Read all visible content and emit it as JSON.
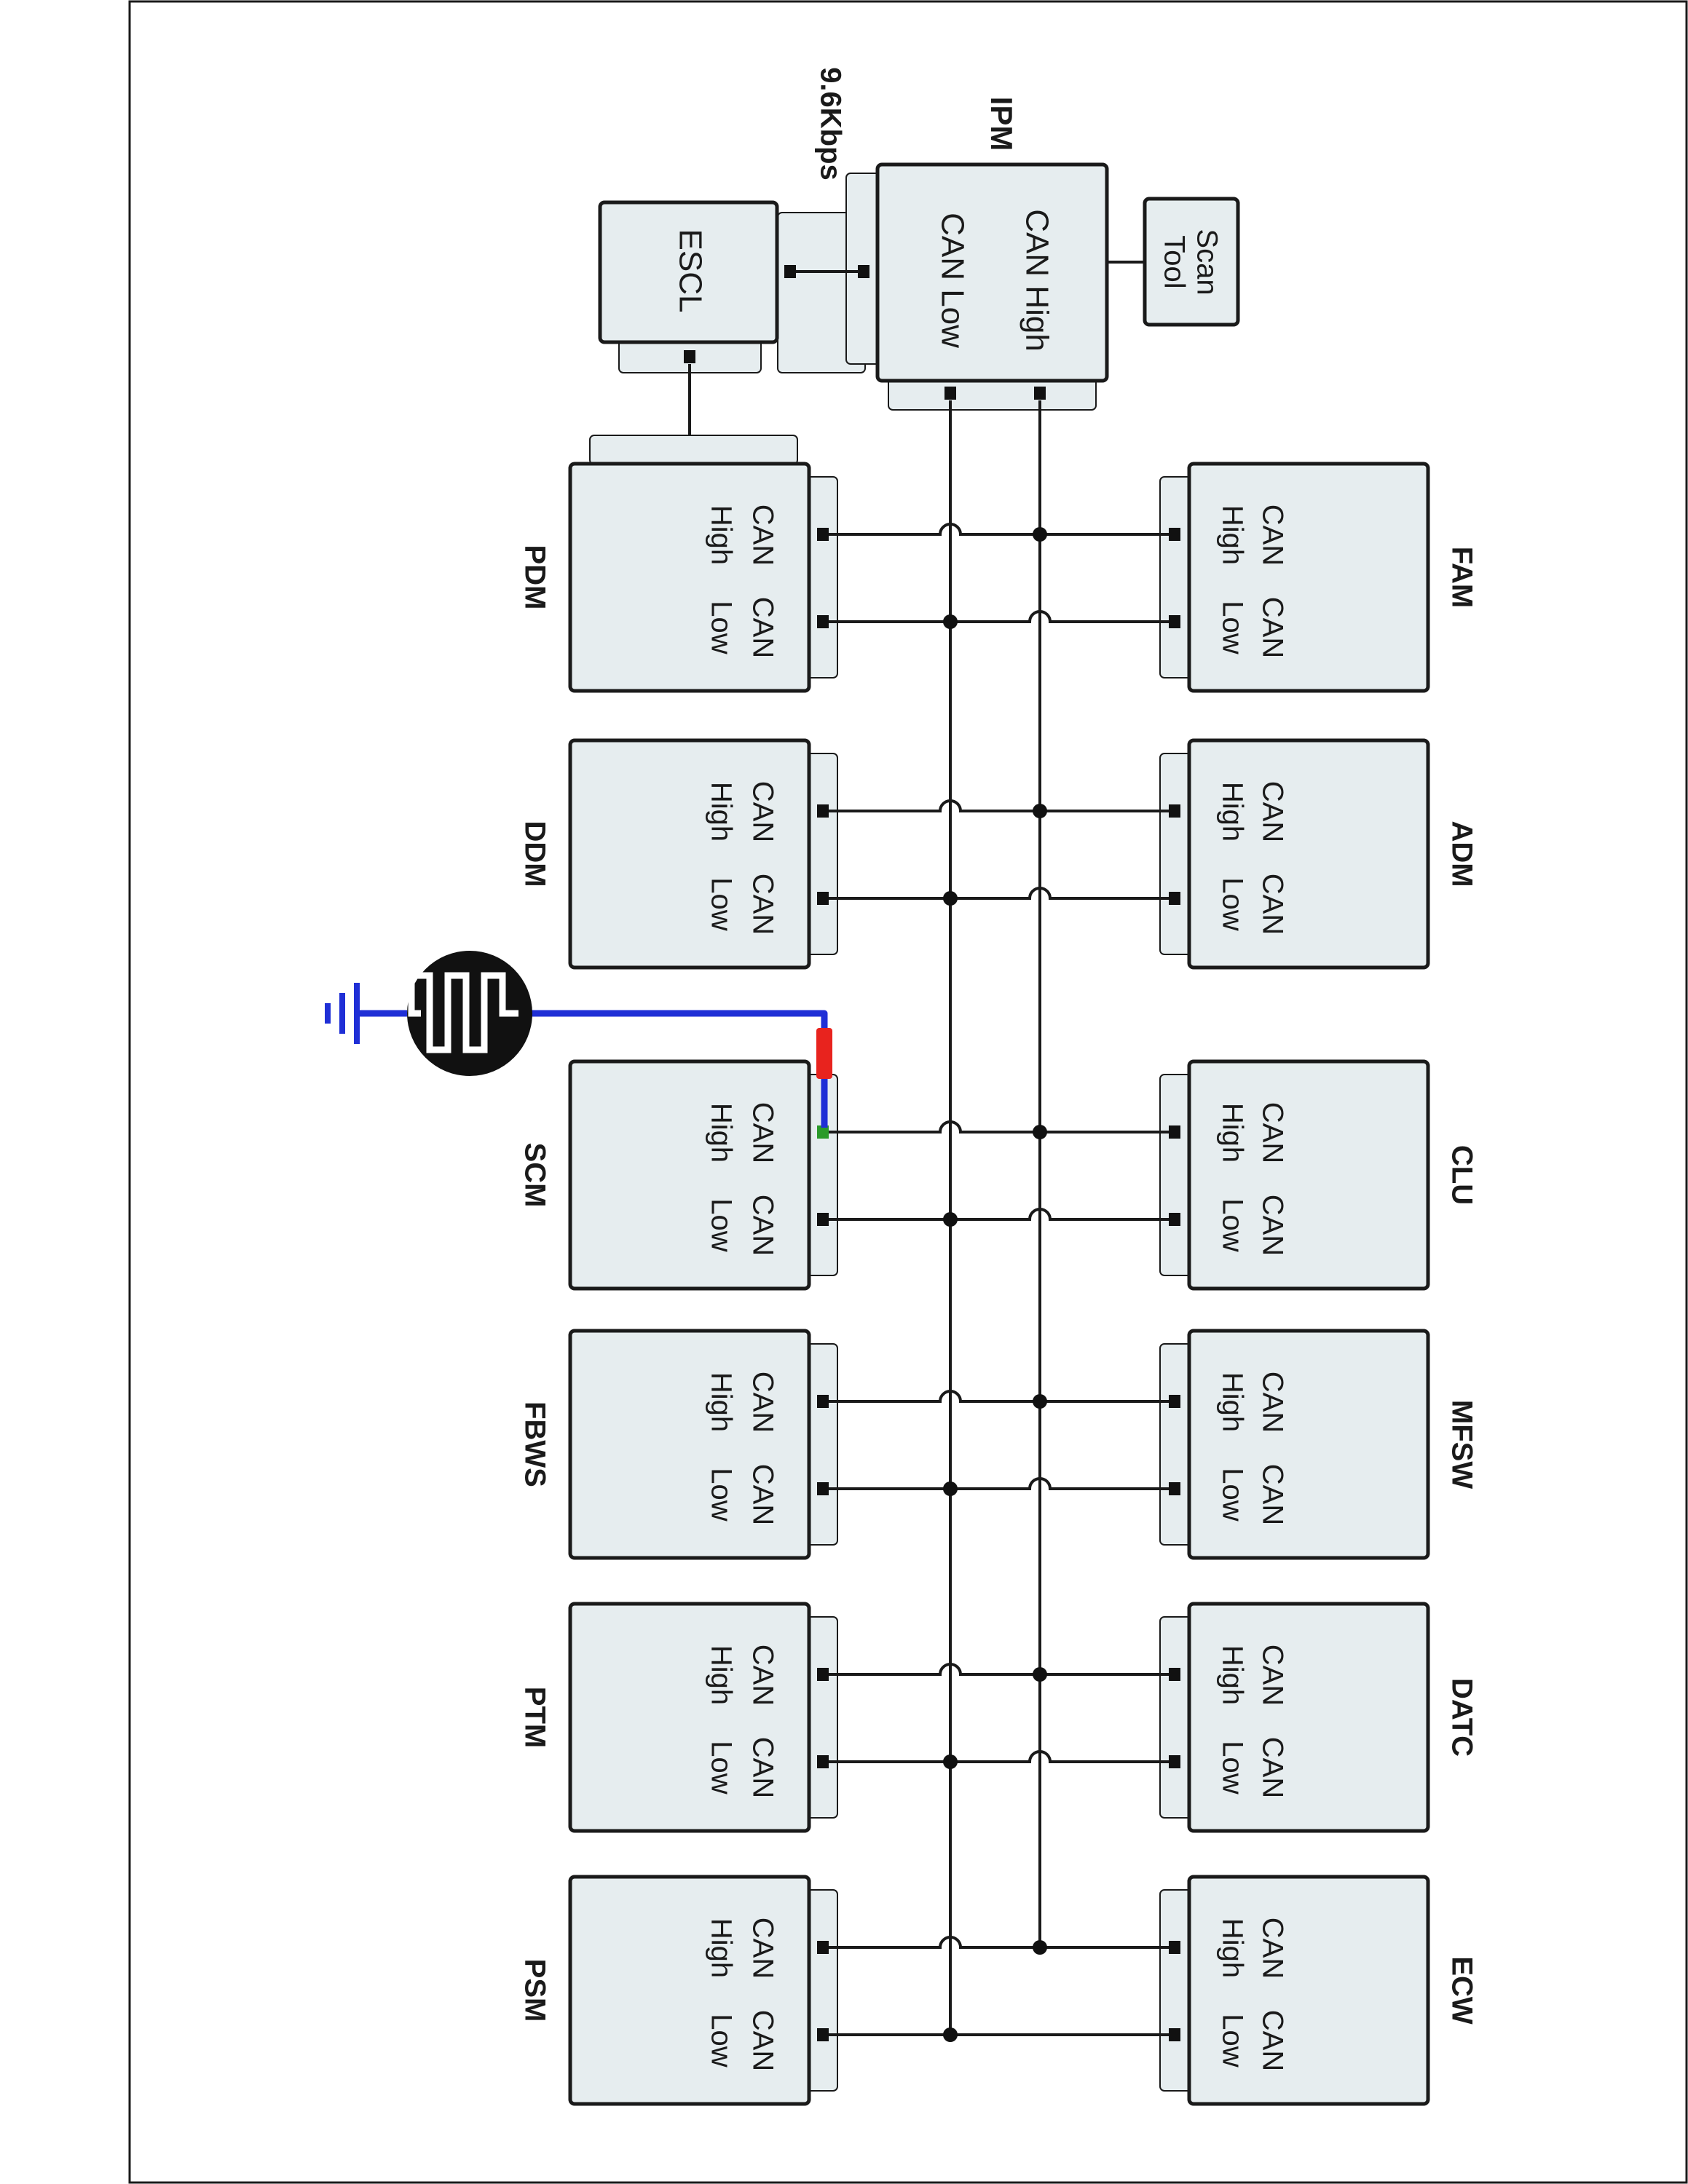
{
  "diagram": {
    "ipm": {
      "name": "IPM",
      "can_high": "CAN High",
      "can_low": "CAN Low"
    },
    "speed": "9.6Kbps",
    "escl": {
      "name": "ESCL"
    },
    "scan_tool": {
      "line1": "Scan",
      "line2": "Tool"
    },
    "pin_labels": {
      "can": "CAN",
      "high": "High",
      "low": "Low"
    },
    "upper_modules": [
      "PDM",
      "DDM",
      "SCM",
      "FBWS",
      "PTM",
      "PSM"
    ],
    "lower_modules": [
      "FAM",
      "ADM",
      "CLU",
      "MFSW",
      "DATC",
      "ECW"
    ],
    "colors": {
      "box_fill": "#e6edef",
      "box_stroke": "#1a1a1a",
      "wire": "#1a1a1a",
      "probe": "#1f2fd6",
      "probe_tip": "#e8231e",
      "highlight": "#2a8a2a"
    }
  }
}
